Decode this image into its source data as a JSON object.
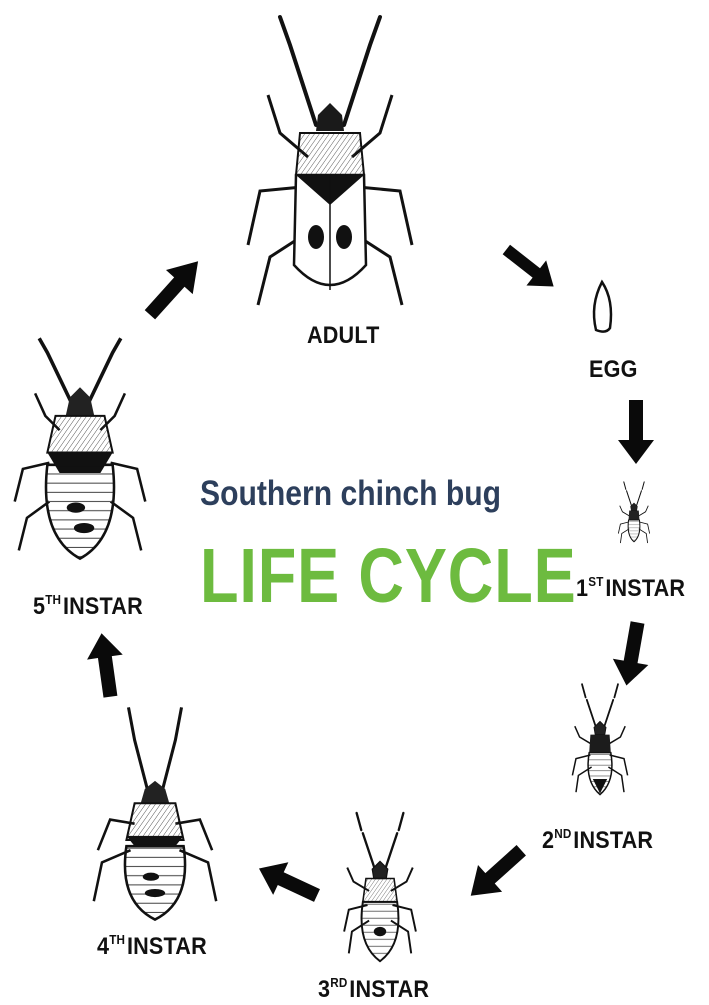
{
  "title": {
    "subtitle": "Southern chinch bug",
    "main": "LIFE CYCLE"
  },
  "stages": [
    {
      "key": "adult",
      "text": "ADULT"
    },
    {
      "key": "egg",
      "text": "EGG"
    },
    {
      "key": "instar1",
      "num": "1",
      "sup": "ST",
      "text": "INSTAR"
    },
    {
      "key": "instar2",
      "num": "2",
      "sup": "ND",
      "text": "INSTAR"
    },
    {
      "key": "instar3",
      "num": "3",
      "sup": "RD",
      "text": "INSTAR"
    },
    {
      "key": "instar4",
      "num": "4",
      "sup": "TH",
      "text": "INSTAR"
    },
    {
      "key": "instar5",
      "num": "5",
      "sup": "TH",
      "text": "INSTAR"
    }
  ],
  "icons": [
    "adult-bug-icon",
    "egg-icon",
    "first-instar-icon",
    "second-instar-icon",
    "third-instar-icon",
    "fourth-instar-icon",
    "fifth-instar-icon",
    "arrow-icon"
  ],
  "colors": {
    "title": "#6dbb3f",
    "subtitle": "#2d3f5c",
    "ink": "#111111"
  }
}
